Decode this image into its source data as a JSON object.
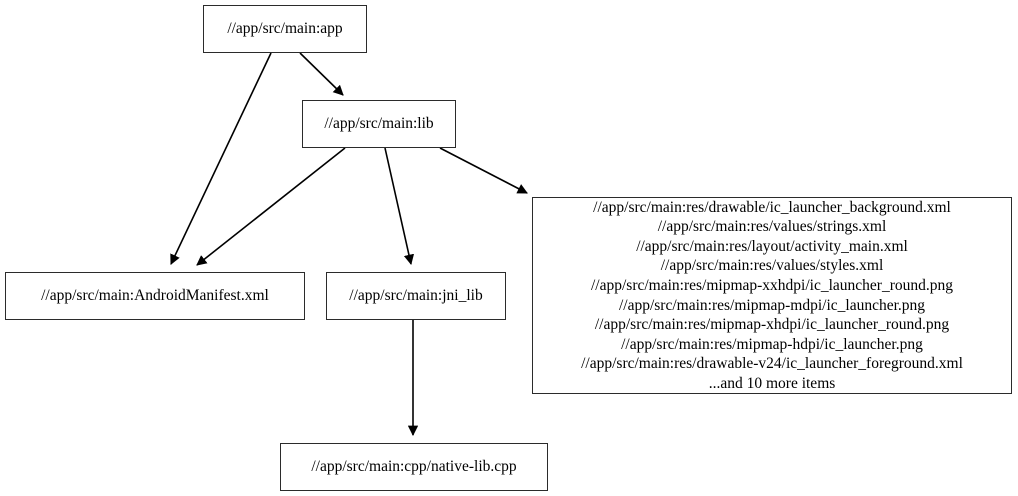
{
  "graph": {
    "type": "directed-dependency-graph",
    "background_color": "#ffffff",
    "node_border_color": "#2b2b2b",
    "edge_color": "#000000",
    "nodes": [
      {
        "id": "app",
        "label": "//app/src/main:app"
      },
      {
        "id": "lib",
        "label": "//app/src/main:lib"
      },
      {
        "id": "manifest",
        "label": "//app/src/main:AndroidManifest.xml"
      },
      {
        "id": "jni_lib",
        "label": "//app/src/main:jni_lib"
      },
      {
        "id": "res_group",
        "label": "//app/src/main:res/drawable/ic_launcher_background.xml\n//app/src/main:res/values/strings.xml\n//app/src/main:res/layout/activity_main.xml\n//app/src/main:res/values/styles.xml\n//app/src/main:res/mipmap-xxhdpi/ic_launcher_round.png\n//app/src/main:res/mipmap-mdpi/ic_launcher.png\n//app/src/main:res/mipmap-xhdpi/ic_launcher_round.png\n//app/src/main:res/mipmap-hdpi/ic_launcher.png\n//app/src/main:res/drawable-v24/ic_launcher_foreground.xml\n...and 10 more items",
        "lines": [
          "//app/src/main:res/drawable/ic_launcher_background.xml",
          "//app/src/main:res/values/strings.xml",
          "//app/src/main:res/layout/activity_main.xml",
          "//app/src/main:res/values/styles.xml",
          "//app/src/main:res/mipmap-xxhdpi/ic_launcher_round.png",
          "//app/src/main:res/mipmap-mdpi/ic_launcher.png",
          "//app/src/main:res/mipmap-xhdpi/ic_launcher_round.png",
          "//app/src/main:res/mipmap-hdpi/ic_launcher.png",
          "//app/src/main:res/drawable-v24/ic_launcher_foreground.xml",
          "...and 10 more items"
        ]
      },
      {
        "id": "native_lib",
        "label": "//app/src/main:cpp/native-lib.cpp"
      }
    ],
    "edges": [
      {
        "from": "app",
        "to": "lib"
      },
      {
        "from": "app",
        "to": "manifest"
      },
      {
        "from": "lib",
        "to": "manifest"
      },
      {
        "from": "lib",
        "to": "jni_lib"
      },
      {
        "from": "lib",
        "to": "res_group"
      },
      {
        "from": "jni_lib",
        "to": "native_lib"
      }
    ]
  }
}
